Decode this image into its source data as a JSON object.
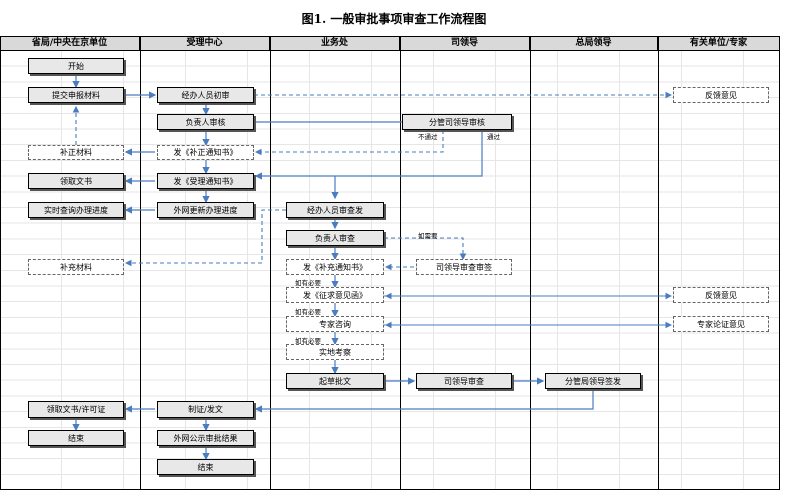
{
  "title": "图1. 一般审批事项审查工作流程图",
  "lanes": [
    "省局/中央在京单位",
    "受理中心",
    "业务处",
    "司领导",
    "总局领导",
    "有关单位/专家"
  ],
  "boxes": {
    "start": "开始",
    "submit": "提交申报材料",
    "handler_initial": "经办人员初审",
    "feedback1": "反馈意见",
    "responsible_review": "负责人审核",
    "dept_leader_review": "分管司领导审核",
    "supplement1": "补正材料",
    "issue_correction": "发《补正通知书》",
    "receive_doc": "领取文书",
    "issue_acceptance": "发《受理通知书》",
    "realtime_query": "实时查询办理进度",
    "web_update": "外网更新办理进度",
    "handler_review": "经办人员审查发",
    "responsible_check": "负责人审查",
    "supplement2": "补充材料",
    "issue_supplement": "发《补充通知书》",
    "leader_sign": "司领导审查审签",
    "issue_opinion": "发《征求意见函》",
    "feedback2": "反馈意见",
    "expert_consult": "专家咨询",
    "expert_opinion": "专家论证意见",
    "onsite": "实地考察",
    "draft": "起草批文",
    "leader_review": "司领导审查",
    "bureau_sign": "分管局领导签发",
    "receive_license": "领取文书/许可证",
    "make_cert": "制证/发文",
    "end1": "结束",
    "publish": "外网公示审批结果",
    "end2": "结束"
  },
  "notes": {
    "not_pass": "不通过",
    "pass": "通过",
    "if_needed1": "如需要",
    "if_needed2": "如有必要",
    "if_needed3": "如有必要",
    "if_needed4": "如有必要"
  }
}
